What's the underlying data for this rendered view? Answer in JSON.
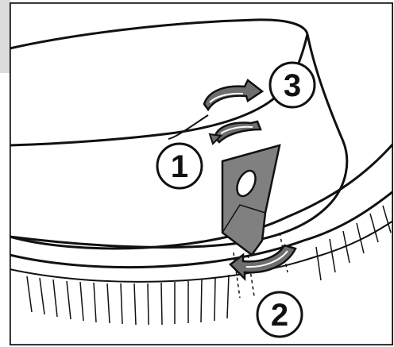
{
  "callouts": {
    "step1": "1",
    "step2": "2",
    "step3": "3"
  },
  "colors": {
    "line": "#111111",
    "clip_fill": "#808080",
    "arrow_fill": "#6e6e6e",
    "arrow_highlight": "#ffffff",
    "side_tab": "#dcdcdc"
  }
}
